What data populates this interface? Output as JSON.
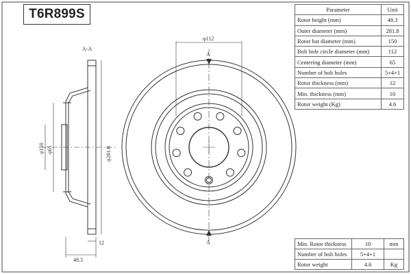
{
  "part_number": "T6R899S",
  "section_label": "A-A",
  "arrow_label": "A",
  "dimensions": {
    "bolt_circle": "φ112",
    "centering": "φ65",
    "hat": "φ150",
    "outer": "φ281.8",
    "thickness": "12",
    "height": "48.3"
  },
  "spec_table": {
    "header": [
      "Parameter",
      "Unit"
    ],
    "rows": [
      {
        "param": "Rotor height (mm)",
        "value": "48.3"
      },
      {
        "param": "Outer diameter (mm)",
        "value": "281.8"
      },
      {
        "param": "Rotor hat diameter (mm)",
        "value": "150"
      },
      {
        "param": "Bolt hole circle diameter (mm)",
        "value": "112"
      },
      {
        "param": "Centering diameter (mm)",
        "value": "65"
      },
      {
        "param": "Number of bolt holes",
        "value": "5+4+1"
      },
      {
        "param": "Rotor thickness (mm)",
        "value": "12"
      },
      {
        "param": "Min. thickness (mm)",
        "value": "10"
      },
      {
        "param": "Rotor weight (Kg)",
        "value": "4.6"
      }
    ]
  },
  "summary_table": [
    {
      "label": "Min. Rotor thickness",
      "value": "10",
      "unit": "mm"
    },
    {
      "label": "Number of bolt holes",
      "value": "5+4+1",
      "unit": ""
    },
    {
      "label": "Rotor weight",
      "value": "4.6",
      "unit": "Kg"
    }
  ]
}
